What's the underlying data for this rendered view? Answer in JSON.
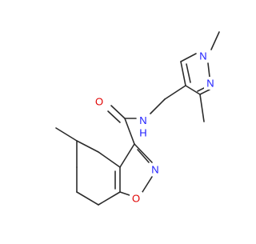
{
  "molecule": {
    "atoms": [
      {
        "id": "O_carbonyl",
        "label": "O",
        "color": "#e00000"
      },
      {
        "id": "N_amide",
        "label": "N",
        "color": "#1a1aff"
      },
      {
        "id": "N_isox",
        "label": "N",
        "color": "#1a1aff"
      },
      {
        "id": "O_isox",
        "label": "O",
        "color": "#e00000"
      },
      {
        "id": "N_pyr1",
        "label": "N",
        "color": "#1a1aff"
      },
      {
        "id": "N_pyr2",
        "label": "N",
        "color": "#1a1aff"
      }
    ],
    "colors": {
      "bond": "#2b2b2b",
      "background": "#ffffff"
    }
  }
}
